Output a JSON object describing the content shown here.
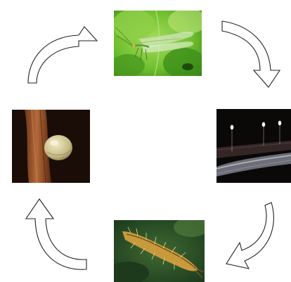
{
  "diagram": {
    "layout": "cycle",
    "direction": "clockwise",
    "stages": [
      {
        "name": "adult",
        "position": "top",
        "icon": "adult-lacewing-photo"
      },
      {
        "name": "eggs",
        "position": "right",
        "icon": "lacewing-eggs-photo"
      },
      {
        "name": "larva",
        "position": "bottom",
        "icon": "lacewing-larva-photo"
      },
      {
        "name": "cocoon",
        "position": "left",
        "icon": "lacewing-cocoon-photo"
      }
    ],
    "arrows": [
      {
        "from": "adult",
        "to": "eggs",
        "style": "outlined-curved"
      },
      {
        "from": "eggs",
        "to": "larva",
        "style": "outlined-curved"
      },
      {
        "from": "larva",
        "to": "cocoon",
        "style": "outlined-curved"
      },
      {
        "from": "cocoon",
        "to": "adult",
        "style": "outlined-curved"
      }
    ],
    "colors": {
      "background": "#ffffff",
      "arrow_fill": "#ffffff",
      "arrow_stroke": "#222222"
    }
  }
}
